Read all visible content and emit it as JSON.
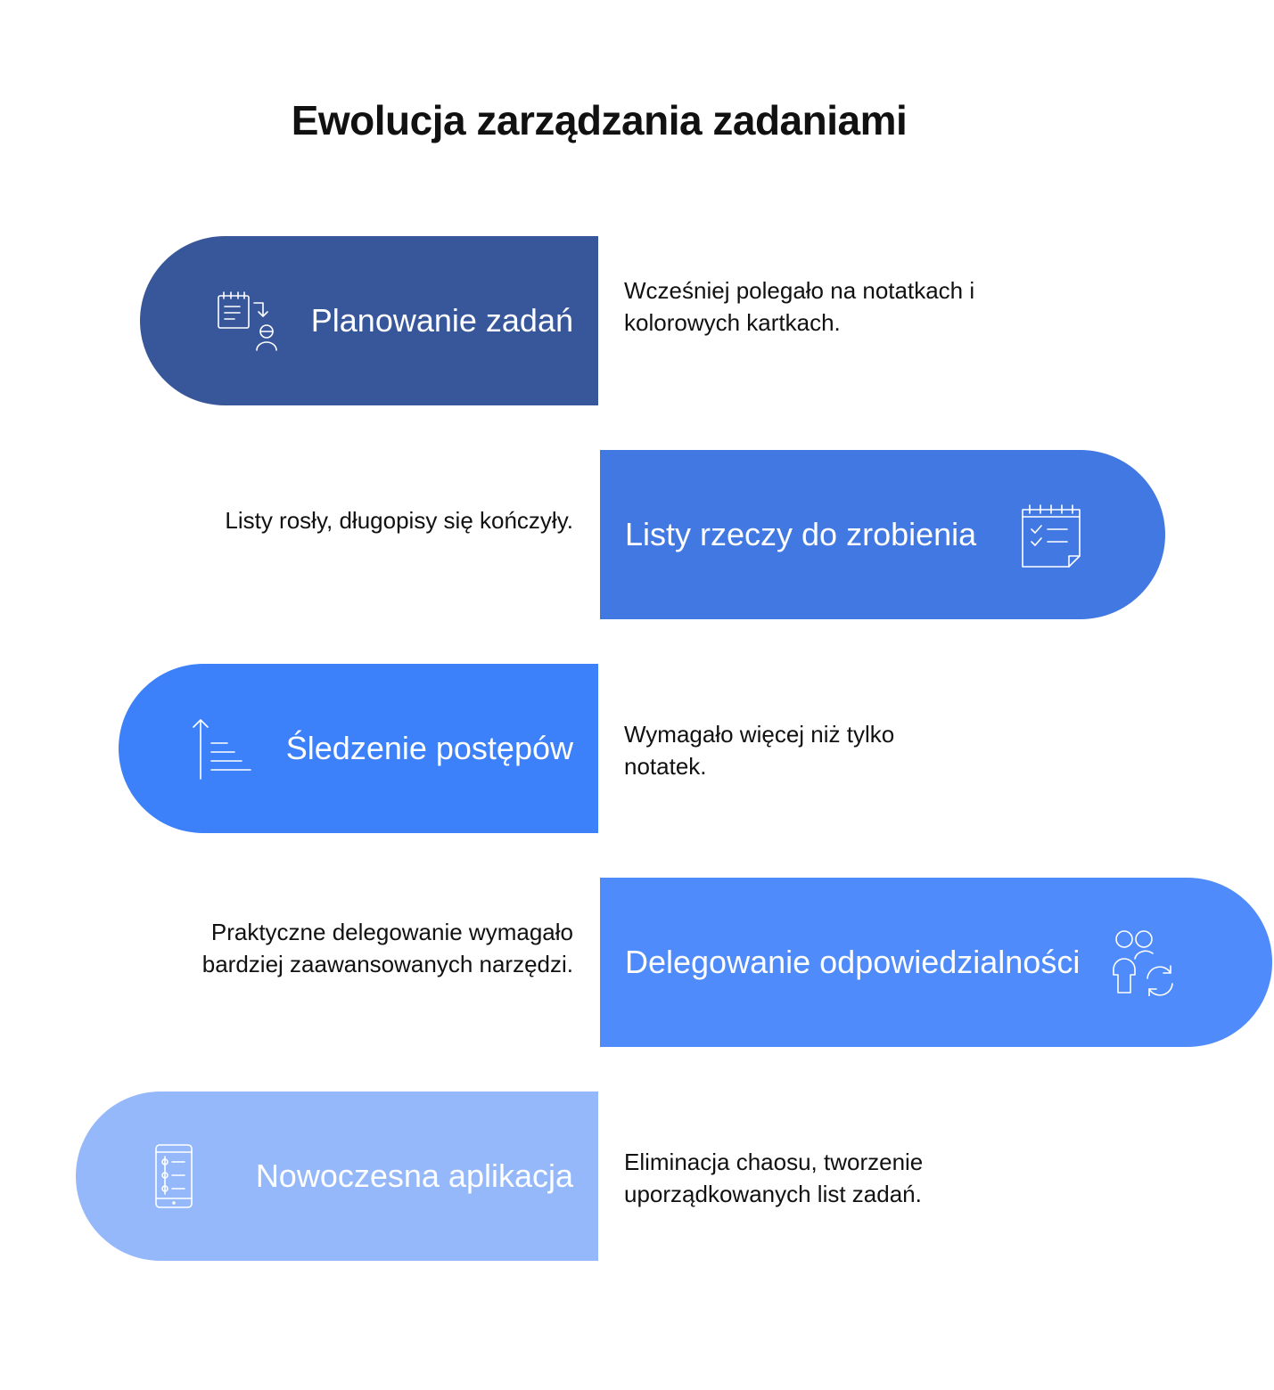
{
  "title": "Ewolucja zarządzania zadaniami",
  "colors": [
    "#38579A",
    "#4278E2",
    "#3C80FA",
    "#4F8BFA",
    "#94B8FA"
  ],
  "stages": [
    {
      "label": "Planowanie zadań",
      "icon": "task-planning-icon",
      "description": "Wcześniej polegało na notatkach i kolorowych kartkach."
    },
    {
      "label": "Listy rzeczy do zrobienia",
      "icon": "checklist-notepad-icon",
      "description": "Listy rosły, długopisy się kończyły."
    },
    {
      "label": "Śledzenie postępów",
      "icon": "progress-bars-icon",
      "description": "Wymagało więcej niż tylko notatek."
    },
    {
      "label": "Delegowanie odpowiedzialności",
      "icon": "delegation-people-icon",
      "description": "Praktyczne delegowanie wymagało bardziej zaawansowanych narzędzi."
    },
    {
      "label": "Nowoczesna aplikacja",
      "icon": "mobile-app-list-icon",
      "description": "Eliminacja chaosu, tworzenie uporządkowanych list zadań."
    }
  ]
}
